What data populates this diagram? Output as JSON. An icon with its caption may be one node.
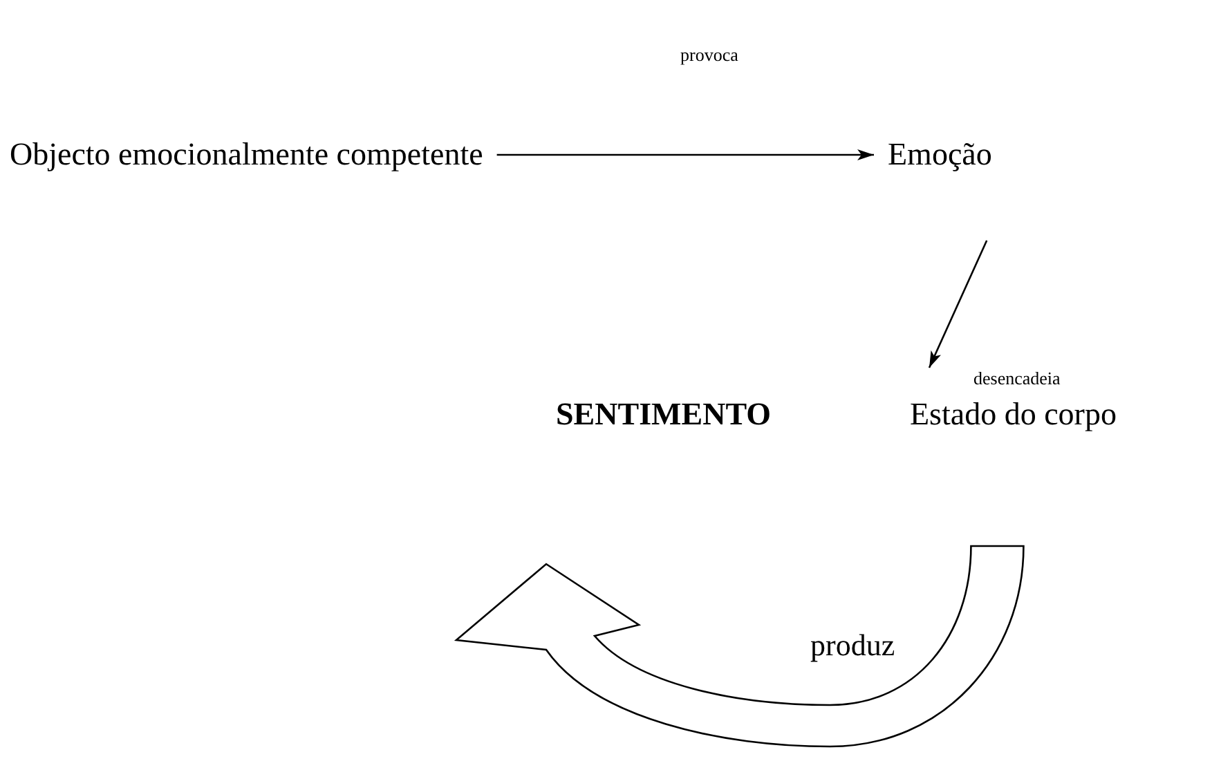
{
  "diagram": {
    "nodes": [
      {
        "text": [
          "Objecto emocionalmente competente"
        ]
      },
      {
        "text": [
          "Emoção"
        ]
      },
      {
        "text": [
          "SENTIMENTO"
        ]
      },
      {
        "text": [
          "Estado do corpo"
        ]
      }
    ],
    "edges": [
      {
        "from": 0,
        "to": 1,
        "arrow": "to",
        "label": "provoca"
      },
      {
        "from": 1,
        "to": 3,
        "arrow": "to",
        "label": "desencadeia"
      },
      {
        "from": 3,
        "to": 2,
        "arrow": "to",
        "label": "produz",
        "style": "thick"
      }
    ]
  }
}
